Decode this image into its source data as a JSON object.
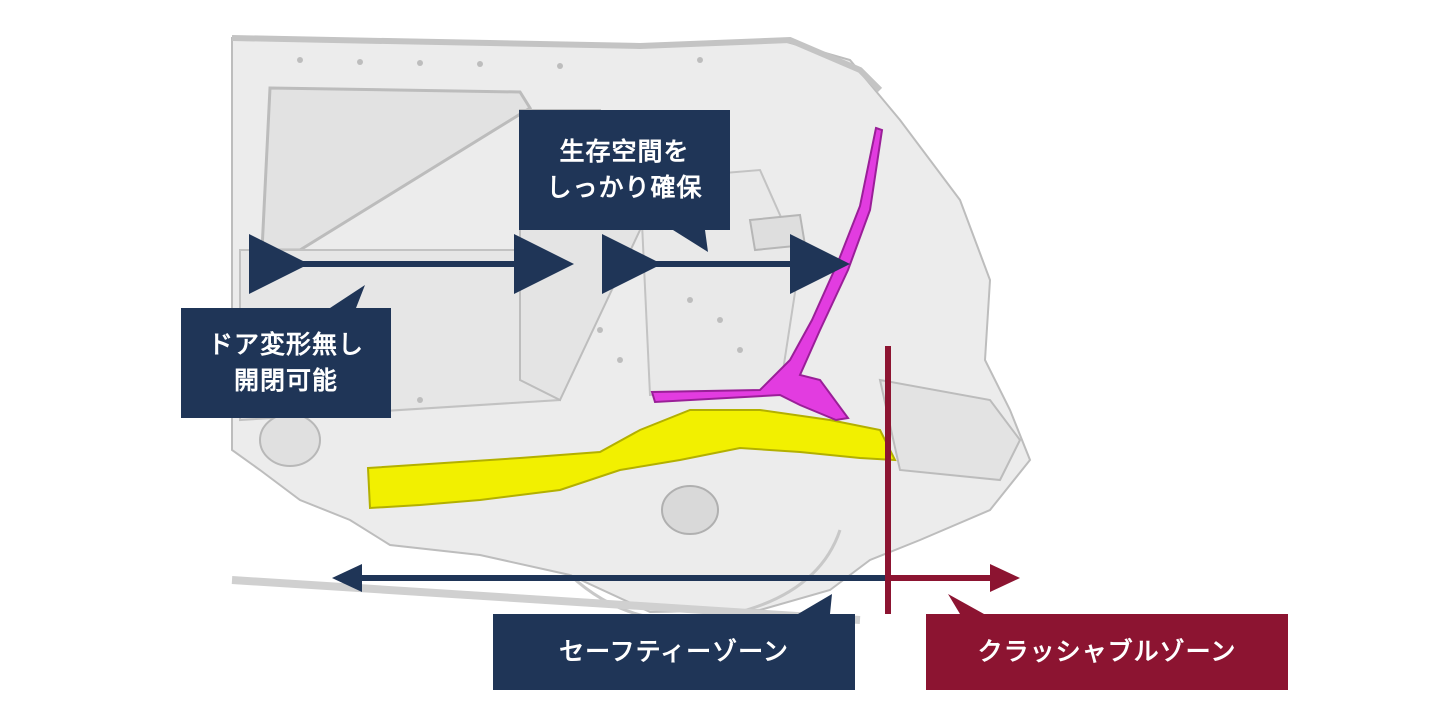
{
  "colors": {
    "navy": "#1f3557",
    "maroon": "#8c1431",
    "body_structure": "#e9e9e9",
    "outline": "#b9b9b9",
    "frame_yellow": "#f2f000",
    "pillar_magenta": "#e23ce0"
  },
  "labels": {
    "survival_space": {
      "line1": "生存空間を",
      "line2": "しっかり確保"
    },
    "door": {
      "line1": "ドア変形無し",
      "line2": "開閉可能"
    },
    "safety_zone": "セーフティーゾーン",
    "crushable_zone": "クラッシャブルゾーン"
  }
}
